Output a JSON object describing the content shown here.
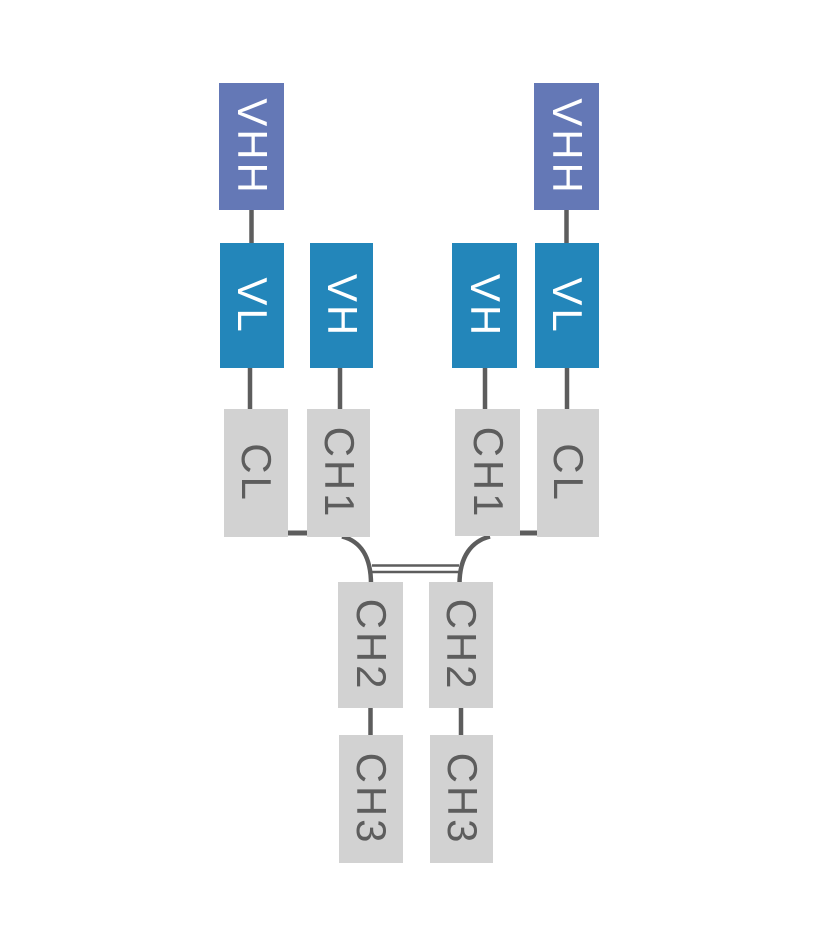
{
  "diagram": {
    "type": "antibody-domain-structure",
    "background": "#ffffff",
    "colors": {
      "vhh_fill": "#6478b6",
      "variable_fill": "#2386ba",
      "constant_fill": "#d2d2d2",
      "connector": "#5d5d5d",
      "label_on_blue": "#ffffff",
      "label_on_gray": "#5d5d5d"
    },
    "hinge": {
      "disulfide_lines": 2,
      "light_heavy_dashes": 2
    },
    "domains": [
      {
        "label": "VHH",
        "type": "vhh",
        "position": "left-outer-top"
      },
      {
        "label": "VHH",
        "type": "vhh",
        "position": "right-outer-top"
      },
      {
        "label": "VL",
        "type": "variable",
        "position": "left-outer"
      },
      {
        "label": "VH",
        "type": "variable",
        "position": "left-inner"
      },
      {
        "label": "VH",
        "type": "variable",
        "position": "right-inner"
      },
      {
        "label": "VL",
        "type": "variable",
        "position": "right-outer"
      },
      {
        "label": "CL",
        "type": "constant",
        "position": "left-outer"
      },
      {
        "label": "CH1",
        "type": "constant",
        "position": "left-inner"
      },
      {
        "label": "CH1",
        "type": "constant",
        "position": "right-inner"
      },
      {
        "label": "CL",
        "type": "constant",
        "position": "right-outer"
      },
      {
        "label": "CH2",
        "type": "constant",
        "position": "fc-left"
      },
      {
        "label": "CH2",
        "type": "constant",
        "position": "fc-right"
      },
      {
        "label": "CH3",
        "type": "constant",
        "position": "fc-left-bottom"
      },
      {
        "label": "CH3",
        "type": "constant",
        "position": "fc-right-bottom"
      }
    ]
  }
}
